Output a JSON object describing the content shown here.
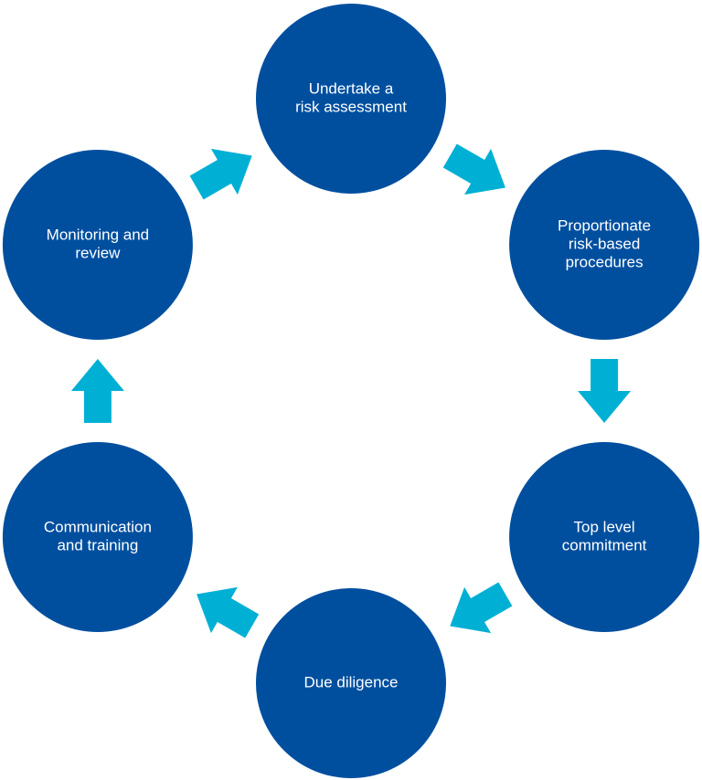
{
  "colors": {
    "node_fill": "#004f9f",
    "arrow_fill": "#00b0d4",
    "label_color": "#ffffff",
    "background": "#ffffff"
  },
  "nodes": [
    {
      "id": "risk-assessment",
      "lines": [
        "Undertake a",
        "risk assessment"
      ]
    },
    {
      "id": "proportionate-procedures",
      "lines": [
        "Proportionate",
        "risk-based",
        "procedures"
      ]
    },
    {
      "id": "top-level-commitment",
      "lines": [
        "Top level",
        "commitment"
      ]
    },
    {
      "id": "due-diligence",
      "lines": [
        "Due diligence"
      ]
    },
    {
      "id": "communication-training",
      "lines": [
        "Communication",
        "and training"
      ]
    },
    {
      "id": "monitoring-review",
      "lines": [
        "Monitoring and",
        "review"
      ]
    }
  ],
  "arrows": [
    {
      "from": "risk-assessment",
      "to": "proportionate-procedures"
    },
    {
      "from": "proportionate-procedures",
      "to": "top-level-commitment"
    },
    {
      "from": "top-level-commitment",
      "to": "due-diligence"
    },
    {
      "from": "due-diligence",
      "to": "communication-training"
    },
    {
      "from": "communication-training",
      "to": "monitoring-review"
    },
    {
      "from": "monitoring-review",
      "to": "risk-assessment"
    }
  ]
}
